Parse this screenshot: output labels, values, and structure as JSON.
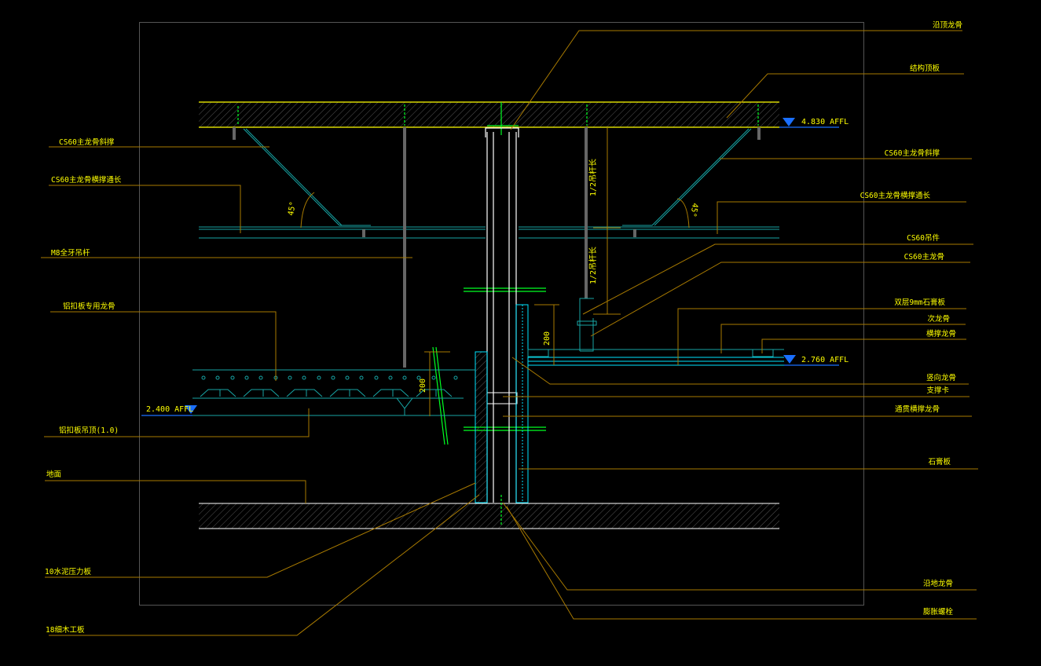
{
  "drawing": {
    "elevations": {
      "ceiling_slab": "4.830 AFFL",
      "gypsum_ceiling": "2.760 AFFL",
      "aluminum_ceiling": "2.400 AFFL"
    },
    "dimensions": {
      "half_rod_upper": "1/2吊杆长",
      "half_rod_lower": "1/2吊杆长",
      "dim_200_right": "200",
      "dim_200_left": "200",
      "angle_left": "45°",
      "angle_right": "45°"
    },
    "labels_right": [
      "沿顶龙骨",
      "结构顶板",
      "CS60主龙骨斜撑",
      "CS60主龙骨横撑通长",
      "CS60吊件",
      "CS60主龙骨",
      "双层9mm石膏板",
      "次龙骨",
      "横撑龙骨",
      "竖向龙骨",
      "支撑卡",
      "通贯横撑龙骨",
      "石膏板",
      "沿地龙骨",
      "膨胀螺栓"
    ],
    "labels_left": [
      "CS60主龙骨斜撑",
      "CS60主龙骨横撑通长",
      "M8全牙吊杆",
      "铝扣板专用龙骨",
      "铝扣板吊顶(1.0)",
      "地面",
      "10水泥压力板",
      "18细木工板"
    ],
    "colors": {
      "background": "#000000",
      "annotation": "#ffff00",
      "leader": "#a87a00",
      "framing": "#17a5a5",
      "elevation_marker": "#1a6fff",
      "anchor": "#00ff22"
    }
  }
}
